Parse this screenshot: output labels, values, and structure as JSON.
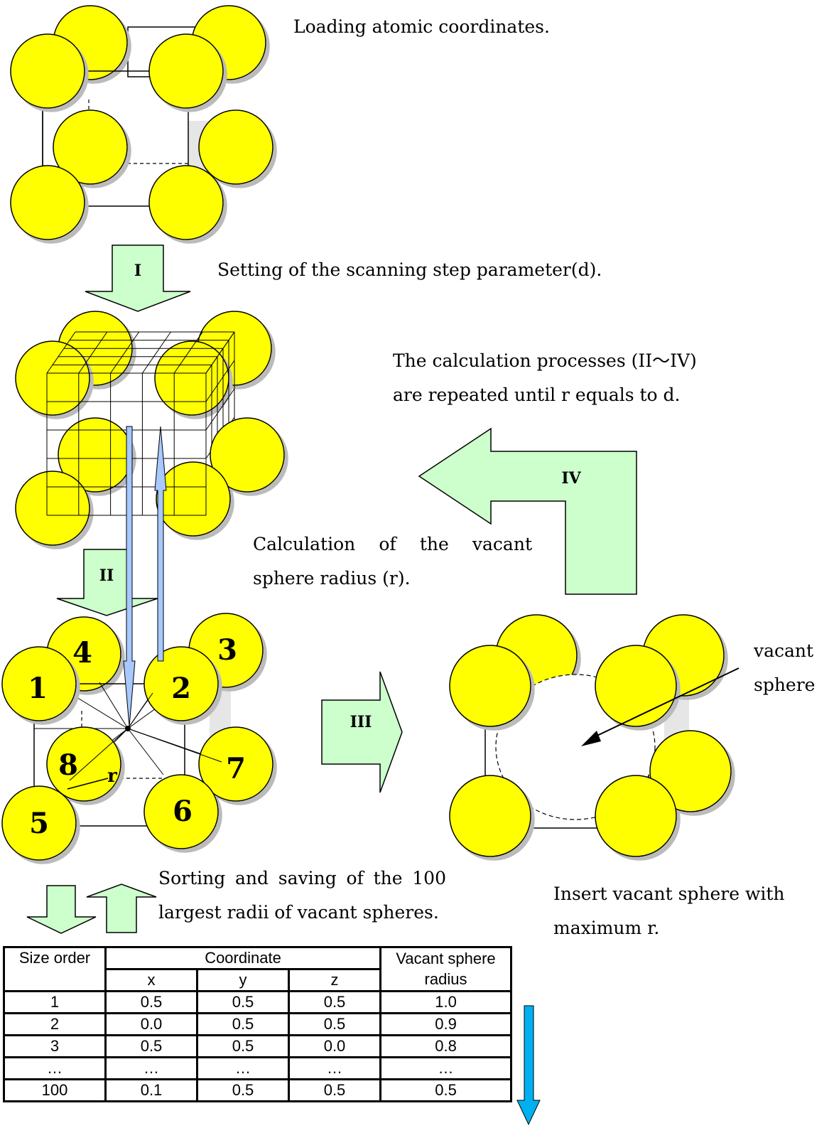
{
  "steps": {
    "load": "Loading atomic coordinates.",
    "setting": "Setting of the scanning step parameter(d).",
    "repeat_line1": "The calculation processes (II～IV)",
    "repeat_line2": "are repeated until r equals to d.",
    "calc_line1": "Calculation of the vacant",
    "calc_line2": "sphere radius (r).",
    "sort_line1": "Sorting and saving of the 100",
    "sort_line2": "largest radii of vacant spheres.",
    "insert_line1": "Insert vacant sphere with",
    "insert_line2": "maximum r."
  },
  "arrows": {
    "I": "I",
    "II": "II",
    "III": "III",
    "IV": "IV"
  },
  "atom_labels": {
    "a1": "1",
    "a2": "2",
    "a3": "3",
    "a4": "4",
    "a5": "5",
    "a6": "6",
    "a7": "7",
    "a8": "8",
    "radius": "r"
  },
  "vacant_label": {
    "line1": "vacant",
    "line2": "sphere"
  },
  "table": {
    "h_size_order": "Size order",
    "h_coordinate": "Coordinate",
    "h_radius_line1": "Vacant sphere",
    "h_radius_line2": "radius",
    "h_x": "x",
    "h_y": "y",
    "h_z": "z",
    "rows": [
      [
        "1",
        "0.5",
        "0.5",
        "0.5",
        "1.0"
      ],
      [
        "2",
        "0.0",
        "0.5",
        "0.5",
        "0.9"
      ],
      [
        "3",
        "0.5",
        "0.5",
        "0.0",
        "0.8"
      ],
      [
        "…",
        "…",
        "…",
        "…",
        "…"
      ],
      [
        "100",
        "0.1",
        "0.5",
        "0.5",
        "0.5"
      ]
    ]
  },
  "colors": {
    "atom": "#ffff00",
    "arrow_fill": "#ccffcc",
    "blue_arrow": "#a8c8ff",
    "sort_arrow": "#00b0f0"
  }
}
